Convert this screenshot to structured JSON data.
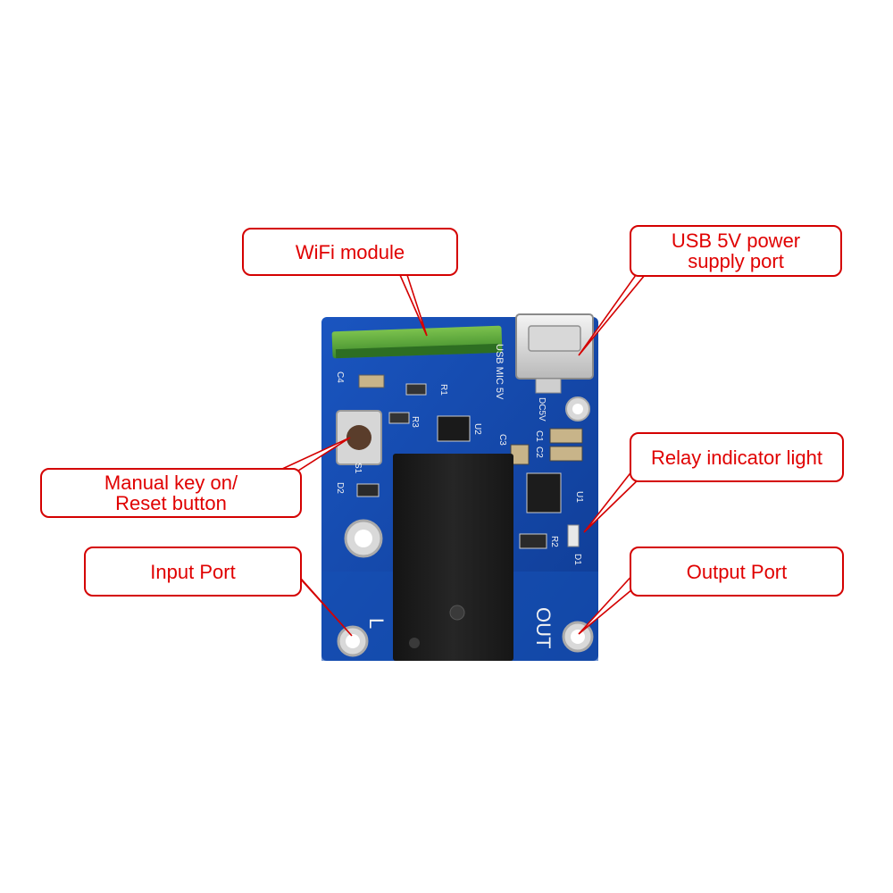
{
  "callouts": {
    "wifi": {
      "line1": "WiFi module"
    },
    "usb": {
      "line1": "USB 5V power",
      "line2": "supply port"
    },
    "relay_light": {
      "line1": "Relay indicator light"
    },
    "manual_key": {
      "line1": "Manual key on/",
      "line2": "Reset button"
    },
    "input_port": {
      "line1": "Input Port"
    },
    "output_port": {
      "line1": "Output Port"
    }
  },
  "board": {
    "silkscreen": {
      "usb": "USB MIC 5V",
      "dc5v": "DC5V",
      "l": "L",
      "out": "OUT",
      "c4": "C4",
      "r1": "R1",
      "r3": "R3",
      "u2": "U2",
      "s1": "S1",
      "d2": "D2",
      "c1": "C1",
      "c2": "C2",
      "c3": "C3",
      "u1": "U1",
      "r2": "R2",
      "d1": "D1"
    }
  },
  "colors": {
    "callout_border": "#d40000",
    "callout_text": "#e00000",
    "pcb": "#1447a8",
    "wifi_module": "#58a83a",
    "relay": "#1a1a1a"
  }
}
